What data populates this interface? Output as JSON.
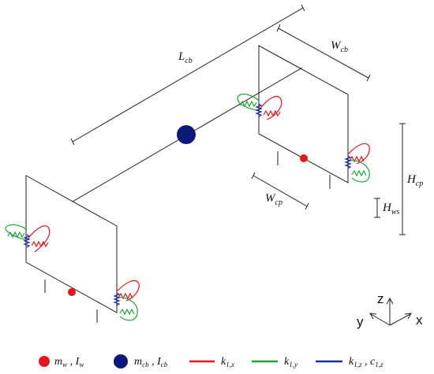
{
  "colors": {
    "wheel": "#e8141c",
    "carbody": "#0b1a7a",
    "spring_x": "#e8141c",
    "spring_y": "#22a43a",
    "spring_z": "#1c2ea0",
    "line": "#222222"
  },
  "dimensions": {
    "L_cb": {
      "main": "L",
      "sub": "cb"
    },
    "W_cb": {
      "main": "W",
      "sub": "cb"
    },
    "W_cp": {
      "main": "W",
      "sub": "cp"
    },
    "H_cp": {
      "main": "H",
      "sub": "cp"
    },
    "H_ws": {
      "main": "H",
      "sub": "ws"
    }
  },
  "axes": {
    "z": "z",
    "y": "y",
    "x": "x"
  },
  "legend": {
    "wheel": {
      "m": "m",
      "m_sub": "w",
      "sep": " , ",
      "I": "I",
      "I_sub": "w"
    },
    "carbody": {
      "m": "m",
      "m_sub": "cb",
      "sep": " , ",
      "I": "I",
      "I_sub": "cb"
    },
    "kx": {
      "k": "k",
      "k_sub": "1,x"
    },
    "ky": {
      "k": "k",
      "k_sub": "1,y"
    },
    "kz": {
      "k": "k",
      "k_sub": "1,z",
      "sep": " , ",
      "c": "c",
      "c_sub": "1,z"
    }
  }
}
